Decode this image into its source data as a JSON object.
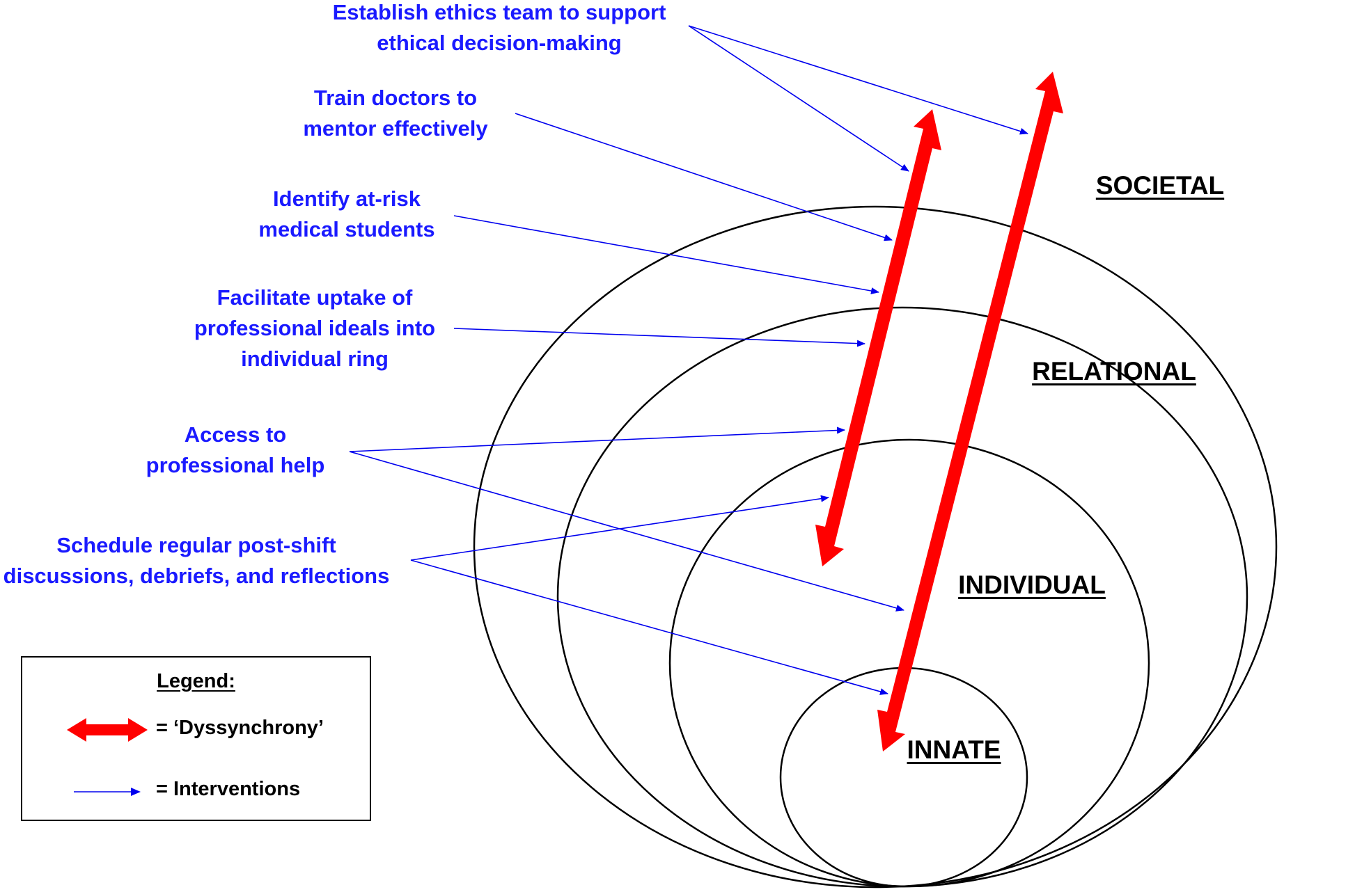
{
  "rings": {
    "societal": "SOCIETAL",
    "relational": "RELATIONAL",
    "individual": "INDIVIDUAL",
    "innate": "INNATE"
  },
  "interventions": {
    "ethics_team": [
      "Establish ethics team to support",
      "ethical decision-making"
    ],
    "train_doctors": [
      "Train doctors to",
      "mentor effectively"
    ],
    "identify_students": [
      "Identify at-risk",
      "medical students"
    ],
    "facilitate_uptake": [
      "Facilitate uptake of",
      "professional ideals into",
      "individual ring"
    ],
    "access_help": [
      "Access to",
      "professional help"
    ],
    "schedule_discussions": [
      "Schedule regular post-shift",
      "discussions, debriefs, and reflections"
    ]
  },
  "legend": {
    "title": "Legend:",
    "dyssynchrony": "= ‘Dyssynchrony’",
    "interventions": "= Interventions"
  },
  "colors": {
    "intervention_text": "#1a1aff",
    "intervention_arrow": "#0000ee",
    "dyssynchrony_arrow": "#ff0000",
    "ring_stroke": "#000000"
  }
}
